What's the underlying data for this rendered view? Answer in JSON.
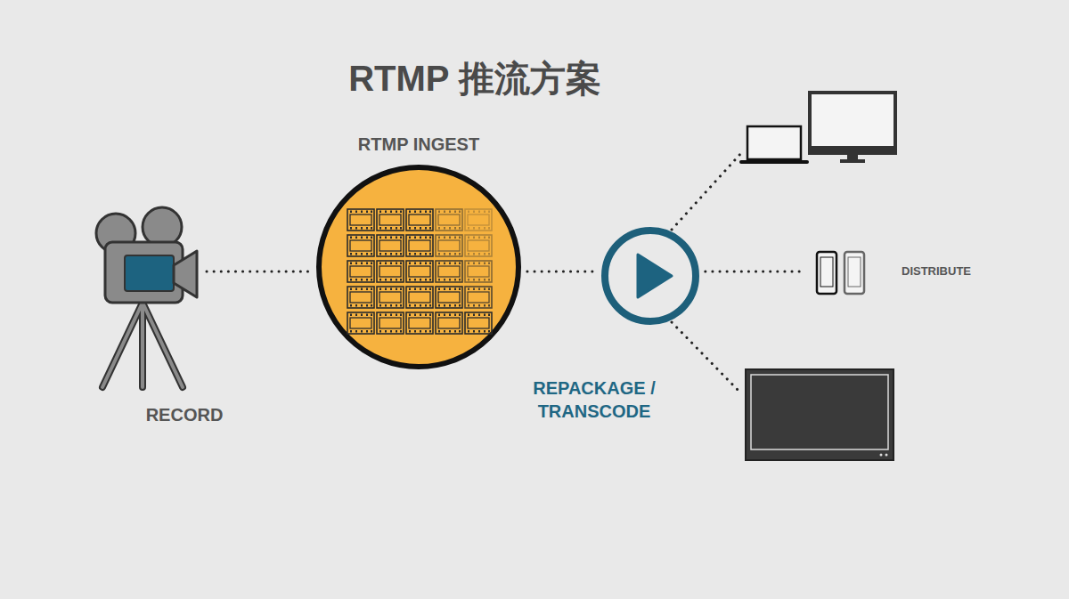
{
  "diagram": {
    "title": "RTMP 推流方案",
    "nodes": [
      {
        "text": [
          "RECORD"
        ]
      },
      {
        "text": [
          "RTMP INGEST"
        ]
      },
      {
        "text": [
          "REPACKAGE / TRANSCODE"
        ]
      },
      {
        "text": [
          "DISTRIBUTE"
        ]
      }
    ],
    "edges": [
      {
        "from": 0,
        "to": 1,
        "arrow": "none"
      },
      {
        "from": 1,
        "to": 2,
        "arrow": "none"
      },
      {
        "from": 2,
        "to": 3,
        "arrow": "none"
      }
    ]
  }
}
